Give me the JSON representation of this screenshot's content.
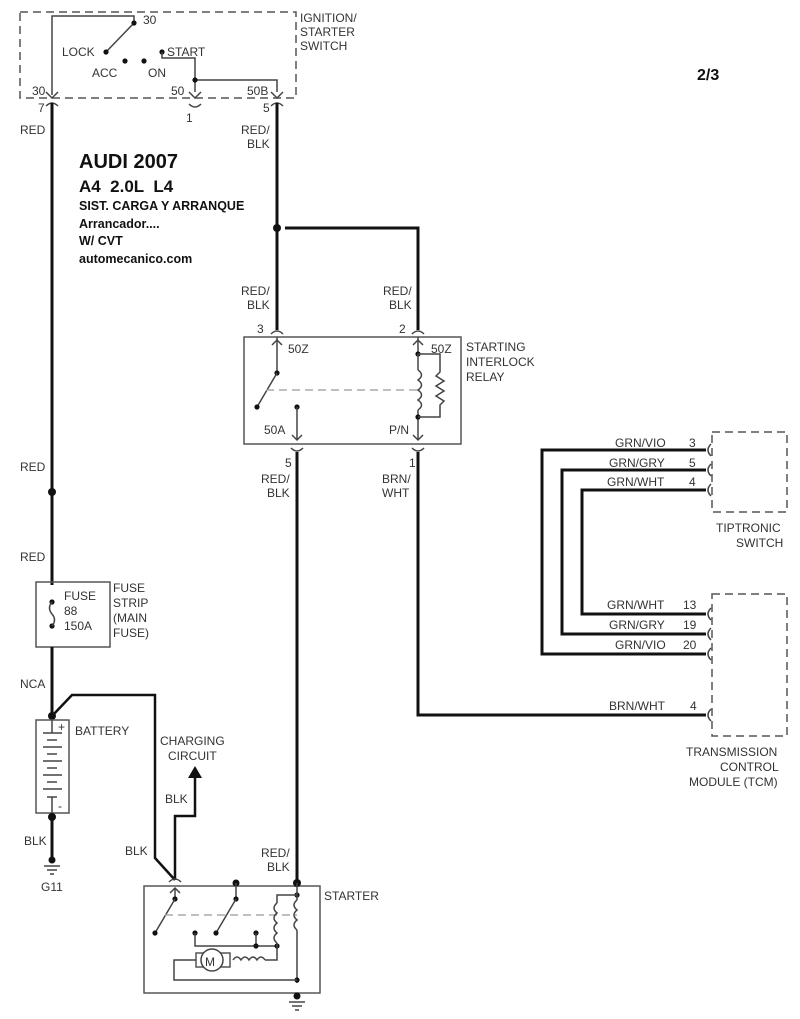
{
  "page": {
    "page_number": "2/3"
  },
  "title_block": {
    "make_year": "AUDI 2007",
    "model_engine": "A4  2.0L  L4",
    "system": "SIST. CARGA Y ARRANQUE",
    "subsystem": "Arrancador....",
    "variant": "W/ CVT",
    "source": "automecanico.com"
  },
  "components": {
    "ignition_switch": {
      "name_lines": [
        "IGNITION/",
        "STARTER",
        "SWITCH"
      ],
      "positions": [
        "LOCK",
        "ACC",
        "ON",
        "START"
      ],
      "terminal_top": "30",
      "terminals": [
        {
          "terminal": "30",
          "pin": "7"
        },
        {
          "terminal": "50",
          "pin": "1"
        },
        {
          "terminal": "50B",
          "pin": "5"
        }
      ]
    },
    "starting_interlock_relay": {
      "name_lines": [
        "STARTING",
        "INTERLOCK",
        "RELAY"
      ],
      "terminals": [
        {
          "terminal": "50Z",
          "pin": "3",
          "side": "switch-in"
        },
        {
          "terminal": "50Z",
          "pin": "2",
          "side": "coil-in"
        },
        {
          "terminal": "50A",
          "pin": "5",
          "side": "switch-out"
        },
        {
          "terminal": "P/N",
          "pin": "1",
          "side": "coil-out"
        }
      ]
    },
    "tiptronic_switch": {
      "name_lines": [
        "TIPTRONIC",
        "SWITCH"
      ],
      "pins": [
        {
          "wire": "GRN/VIO",
          "pin": "3"
        },
        {
          "wire": "GRN/GRY",
          "pin": "5"
        },
        {
          "wire": "GRN/WHT",
          "pin": "4"
        }
      ]
    },
    "tcm": {
      "name_lines": [
        "TRANSMISSION",
        "CONTROL",
        "MODULE (TCM)"
      ],
      "pins": [
        {
          "wire": "GRN/WHT",
          "pin": "13"
        },
        {
          "wire": "GRN/GRY",
          "pin": "19"
        },
        {
          "wire": "GRN/VIO",
          "pin": "20"
        },
        {
          "wire": "BRN/WHT",
          "pin": "4"
        }
      ]
    },
    "fuse": {
      "inner_lines": [
        "FUSE",
        "88",
        "150A"
      ],
      "name_lines": [
        "FUSE",
        "STRIP",
        "(MAIN",
        "FUSE)"
      ]
    },
    "battery": {
      "name": "BATTERY",
      "plus": "+",
      "minus": "-"
    },
    "charging_circuit": {
      "name_lines": [
        "CHARGING",
        "CIRCUIT"
      ]
    },
    "ground": {
      "name": "G11"
    },
    "starter": {
      "name": "STARTER",
      "motor_symbol": "M"
    }
  },
  "wires": {
    "red_upper": "RED",
    "red_mid": "RED",
    "red_lower": "RED",
    "nca": "NCA",
    "blk_ground": "BLK",
    "blk_charging": "BLK",
    "blk_starter": "BLK",
    "red_blk_switch": [
      "RED/",
      "BLK"
    ],
    "red_blk_relay3": [
      "RED/",
      "BLK"
    ],
    "red_blk_relay2": [
      "RED/",
      "BLK"
    ],
    "red_blk_relay5": [
      "RED/",
      "BLK"
    ],
    "brn_wht_relay1": [
      "BRN/",
      "WHT"
    ],
    "red_blk_starter": [
      "RED/",
      "BLK"
    ],
    "brn_wht_tcm": "BRN/WHT"
  }
}
